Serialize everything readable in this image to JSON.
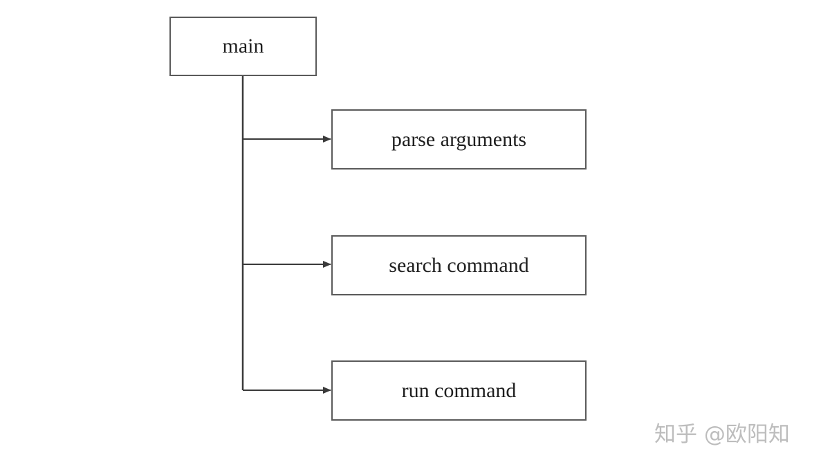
{
  "diagram": {
    "root": {
      "label": "main"
    },
    "children": [
      {
        "label": "parse arguments"
      },
      {
        "label": "search command"
      },
      {
        "label": "run command"
      }
    ],
    "colors": {
      "border": "#5a5a5a",
      "line": "#3a3a3a",
      "text": "#1f1f1f",
      "watermark": "#bdbdbd"
    }
  },
  "watermark": {
    "text": "知乎 @欧阳知"
  }
}
